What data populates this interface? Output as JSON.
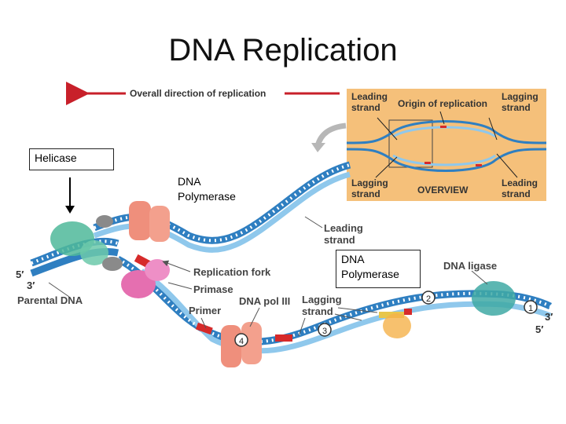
{
  "slide": {
    "title": "DNA Replication"
  },
  "callouts": {
    "helicase": "Helicase",
    "polymerase_upper": "DNA\nPolymerase",
    "polymerase_lower": "DNA\nPolymerase"
  },
  "figure": {
    "direction_label": "Overall direction of replication",
    "overview": {
      "leading_strand_tl": "Leading\nstrand",
      "origin": "Origin of replication",
      "lagging_strand_tr": "Lagging\nstrand",
      "lagging_strand_bl": "Lagging\nstrand",
      "overview_word": "OVERVIEW",
      "leading_strand_br": "Leading\nstrand"
    },
    "labels": {
      "leading_strand": "Leading\nstrand",
      "replication_fork": "Replication fork",
      "primase": "Primase",
      "parental_dna": "Parental DNA",
      "primer": "Primer",
      "dna_pol_iii": "DNA pol III",
      "lagging_strand": "Lagging\nstrand",
      "dna_ligase": "DNA ligase",
      "five_prime_left": "5′",
      "three_prime_left": "3′",
      "three_prime_right": "3′",
      "five_prime_right": "5′"
    },
    "step_numbers": [
      "1",
      "2",
      "3",
      "4"
    ]
  },
  "colors": {
    "arrow_red": "#c8202a",
    "dna_blue": "#2f7fc1",
    "dna_light": "#8fc8ec",
    "overview_bg": "#f5c07a",
    "primer_red": "#d62a2a",
    "helicase_green": "#4fb89a",
    "polymerase_salmon": "#ef8f7c",
    "primase_pink": "#e56fb0",
    "ligase_teal": "#3fa9a4"
  }
}
